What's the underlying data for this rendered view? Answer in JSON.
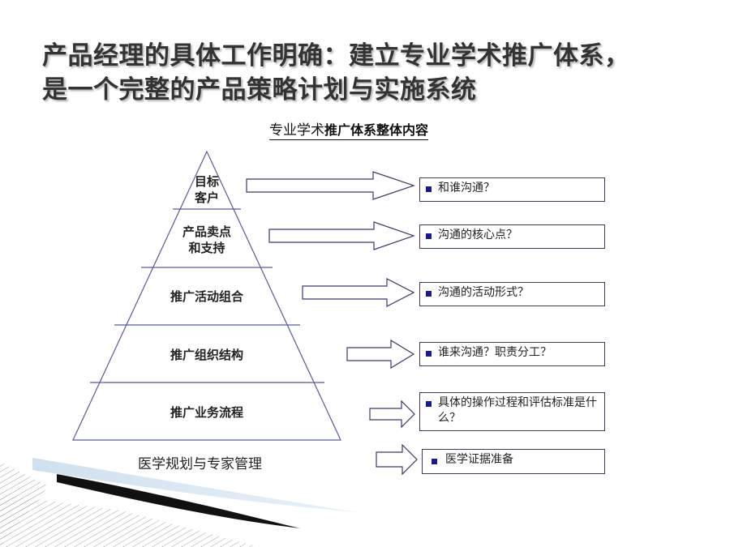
{
  "slide": {
    "title_line1": "产品经理的具体工作明确：建立专业学术推广体系，",
    "title_line2": "是一个完整的产品策略计划与实施系统"
  },
  "diagram": {
    "title_part1": "专业学术",
    "title_part2": "推广体系整体内容",
    "tiers": [
      {
        "label_line1": "目标",
        "label_line2": "客户"
      },
      {
        "label_line1": "产品卖点",
        "label_line2": "和支持"
      },
      {
        "label_line1": "推广活动组合",
        "label_line2": ""
      },
      {
        "label_line1": "推广组织结构",
        "label_line2": ""
      },
      {
        "label_line1": "推广业务流程",
        "label_line2": ""
      }
    ],
    "questions": [
      "和谁沟通？",
      "沟通的核心点？",
      "沟通的活动形式？",
      "谁来沟通？职责分工？",
      "具体的操作过程和评估标准是什么？",
      "医学证据准备"
    ],
    "base_label": "医学规划与专家管理"
  },
  "colors": {
    "pyramid_line": "#5a5a9a",
    "arrow_line": "#3a3a6a",
    "bullet": "#1a1a8c",
    "title_shadow": "#b8b8b8"
  }
}
